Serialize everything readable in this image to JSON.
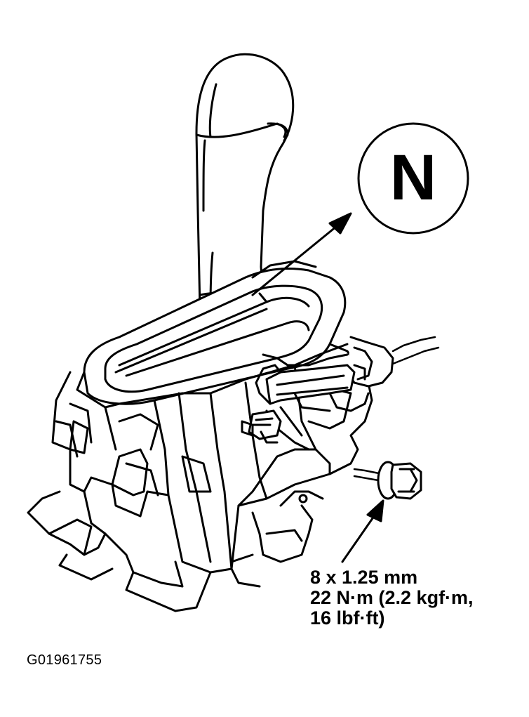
{
  "callout": {
    "position_letter": "N"
  },
  "fastener_spec": {
    "size": "8 x 1.25 mm",
    "torque_line1": "22 N·m (2.2 kgf·m,",
    "torque_line2": "16 lbf·ft)"
  },
  "figure_id": "G01961755"
}
